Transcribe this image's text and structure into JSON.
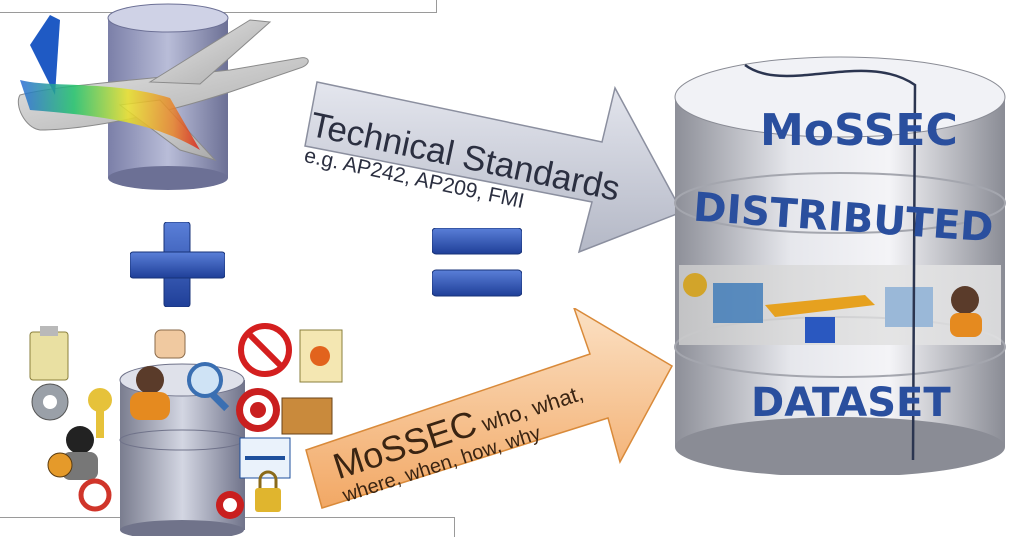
{
  "arrow_top": {
    "line1": "Technical Standards",
    "line2": "e.g. AP242, AP209, FMI"
  },
  "arrow_bottom": {
    "brand": "MoSSEC",
    "rest1": " who, what,",
    "line2": "where, when, how, why"
  },
  "big_db": {
    "top_label": "MoSSEC",
    "mid_label": "DISTRIBUTED",
    "bottom_label": "DATASET"
  },
  "operators": {
    "plus": "+",
    "equals": "="
  },
  "colors": {
    "operator_blue": "#2f55b8",
    "top_arrow_fill": "#c7cbd6",
    "bottom_arrow_fill": "#f6c08f",
    "db_label": "#2a4f9e"
  }
}
